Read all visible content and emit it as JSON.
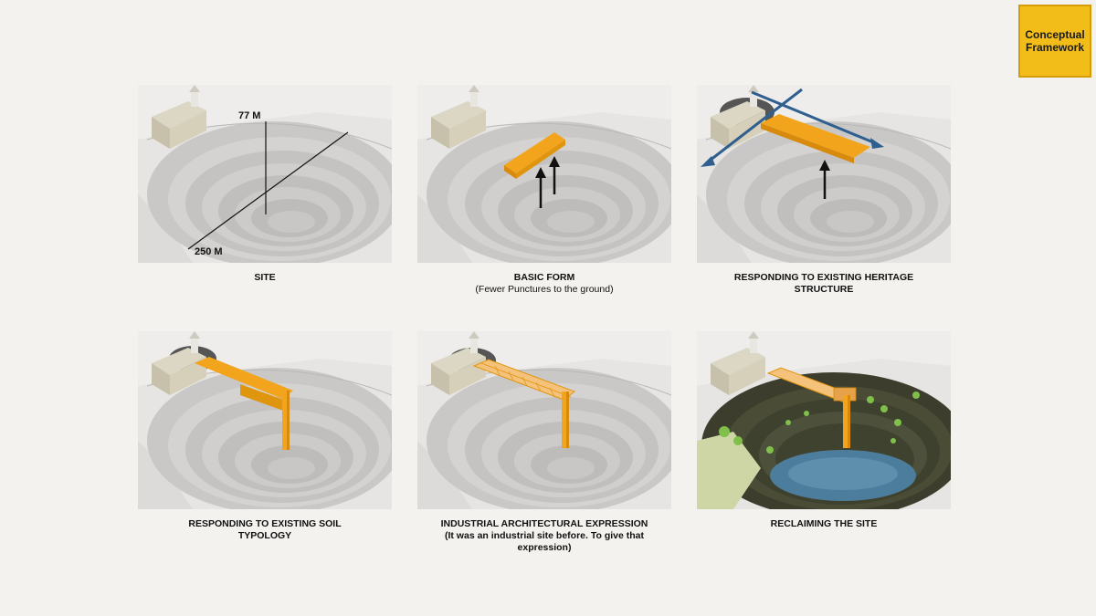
{
  "badge": {
    "line1": "Conceptual",
    "line2": "Framework"
  },
  "panels": [
    {
      "caption": "SITE",
      "sub": "",
      "dims": {
        "height": "77 M",
        "width": "250 M"
      }
    },
    {
      "caption": "BASIC FORM",
      "sub": "(Fewer Punctures to the ground)"
    },
    {
      "caption": "RESPONDING TO EXISTING HERITAGE STRUCTURE",
      "sub": ""
    },
    {
      "caption": "RESPONDING TO EXISTING SOIL TYPOLOGY",
      "sub": ""
    },
    {
      "caption": "INDUSTRIAL ARCHITECTURAL EXPRESSION",
      "sub": "(It was an industrial site before. To give that expression)"
    },
    {
      "caption": "RECLAIMING THE SITE",
      "sub": ""
    }
  ],
  "colors": {
    "accent": "#f2a51c",
    "arrow_blue": "#2f5f8f",
    "terrain": "#d9d8d6",
    "quarry": "#c2c1bf",
    "vegetation": "#4a4c36",
    "water": "#4d7d9c"
  }
}
